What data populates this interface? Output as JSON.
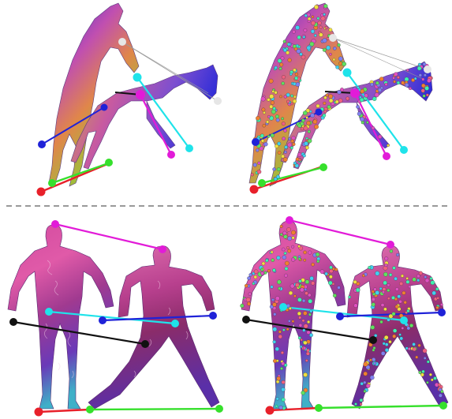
{
  "figure": {
    "panels": [
      {
        "id": "horse-textured",
        "subject": "horse",
        "style": "textured"
      },
      {
        "id": "horse-keypoints",
        "subject": "horse",
        "style": "sampled-points"
      },
      {
        "id": "human-textured",
        "subject": "human",
        "style": "textured"
      },
      {
        "id": "human-keypoints",
        "subject": "human",
        "style": "sampled-points"
      }
    ],
    "separator": "dashed",
    "colors": {
      "red": "#e8202a",
      "green": "#36e02c",
      "blue": "#1f22d8",
      "black": "#111111",
      "magenta": "#e21bd8",
      "cyan": "#1fe3ea",
      "white": "#e8e8e8",
      "grey": "#9a9a9a"
    }
  }
}
